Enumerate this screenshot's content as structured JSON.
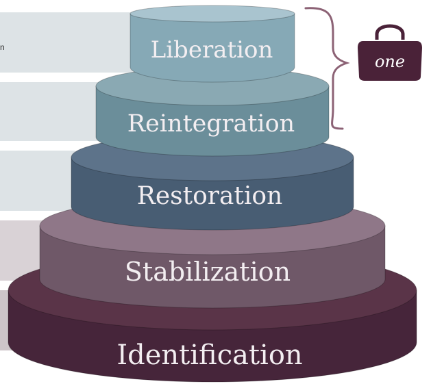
{
  "tiers": [
    {
      "label": "Liberation",
      "color_top": "#a9c4cf",
      "color_side": "#86a9b6"
    },
    {
      "label": "Reintegration",
      "color_top": "#8aa9b3",
      "color_side": "#6b8e9a"
    },
    {
      "label": "Restoration",
      "color_top": "#5d738a",
      "color_side": "#485d73"
    },
    {
      "label": "Stabilization",
      "color_top": "#8f7788",
      "color_side": "#6f5868"
    },
    {
      "label": "Identification",
      "color_top": "#5a3448",
      "color_side": "#46253a"
    }
  ],
  "side_bands": {
    "colors": [
      "#dde3e6",
      "#dde3e6",
      "#dde3e6",
      "#d9d2d6",
      "#cdc5c9"
    ],
    "first_band_text": "n"
  },
  "badge": {
    "label": "one",
    "color": "#4a2238"
  },
  "brace_color": "#8c6275"
}
